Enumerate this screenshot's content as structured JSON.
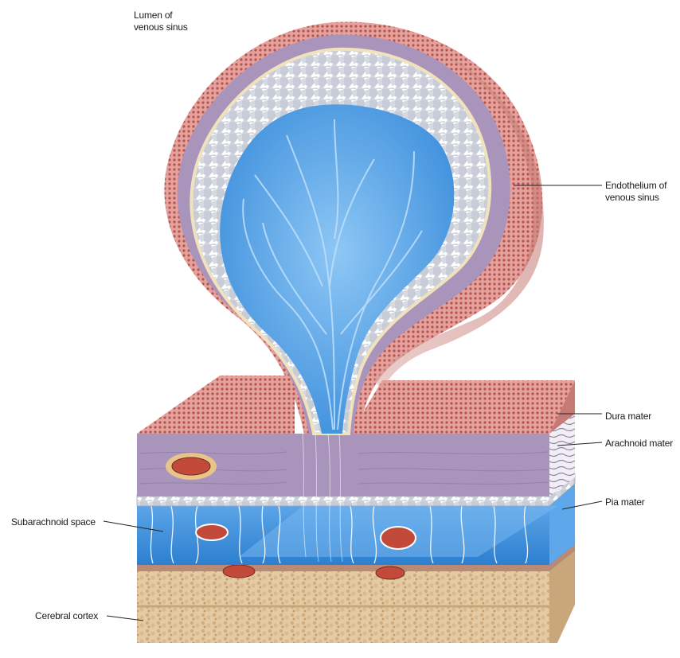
{
  "labels": {
    "lumen": [
      "Lumen of",
      "venous sinus"
    ],
    "endothelium": [
      "Endothelium of",
      "venous sinus"
    ],
    "dura": "Dura mater",
    "arachnoid": "Arachnoid mater",
    "pia": "Pia mater",
    "subarachnoid": "Subarachnoid space",
    "cortex": "Cerebral cortex"
  },
  "colors": {
    "endothelium": "#d98a86",
    "dura": "#a892b8",
    "arachnoid_cells": "#e6e6ec",
    "csf": "#4f9be0",
    "cortex": "#dcc19a",
    "vessel": "#c24a3a"
  }
}
